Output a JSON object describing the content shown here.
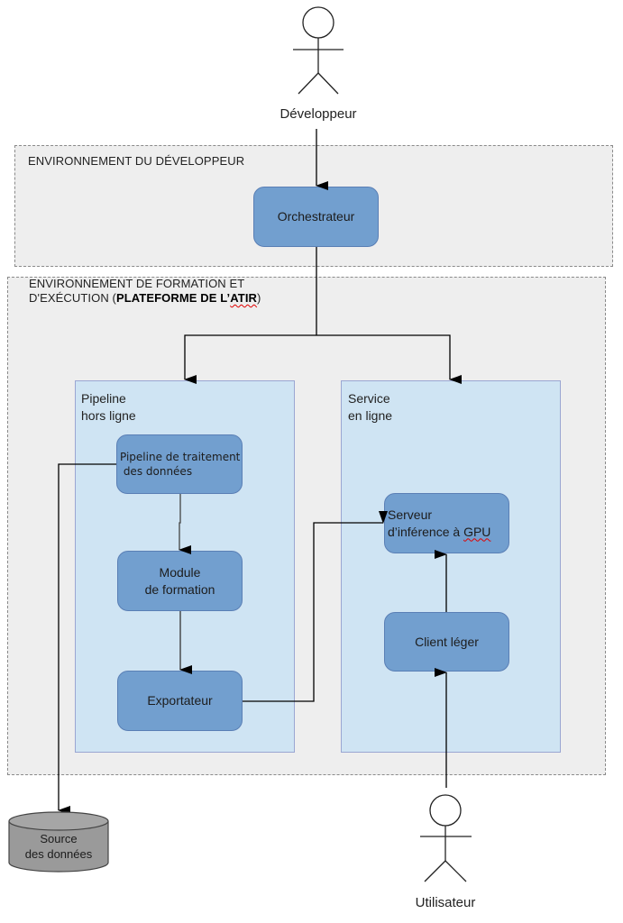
{
  "actors": {
    "developer": {
      "label": "Développeur",
      "icon": "stick-figure-icon"
    },
    "user": {
      "label": "Utilisateur",
      "icon": "stick-figure-icon"
    }
  },
  "environments": {
    "developer_env": {
      "label": "ENVIRONNEMENT DU DÉVELOPPEUR"
    },
    "platform_env": {
      "label_line1": "ENVIRONNEMENT DE FORMATION ET",
      "label_line2_prefix": "D'EXÉCUTION (",
      "label_line2_bold": "PLATEFORME DE L’",
      "label_line2_bold_flagged": "ATIR",
      "label_line2_suffix": ")"
    }
  },
  "panels": {
    "offline": {
      "line1": "Pipeline",
      "line2": "hors ligne"
    },
    "online": {
      "line1": "Service",
      "line2": "en ligne"
    }
  },
  "nodes": {
    "orchestrator": {
      "label": "Orchestrateur"
    },
    "data_pipeline": {
      "line1": "Pipeline de traitement",
      "line2": " des données"
    },
    "training_module": {
      "line1": "Module",
      "line2": "de formation"
    },
    "exporter": {
      "label": "Exportateur"
    },
    "inference_server": {
      "line1": "Serveur",
      "line2_prefix": "d’inférence à ",
      "line2_flagged": "GPU"
    },
    "thin_client": {
      "label": "Client léger"
    },
    "data_source": {
      "line1": "Source",
      "line2": "des données"
    }
  },
  "colors": {
    "node_fill": "#729fcf",
    "panel_fill": "#cfe4f3",
    "env_fill": "#eeeeee",
    "db_fill": "#9a9a9a",
    "spellcheck": "#e00000"
  },
  "connections": [
    {
      "from": "Développeur",
      "to": "Orchestrateur"
    },
    {
      "from": "Orchestrateur",
      "to": "Pipeline hors ligne"
    },
    {
      "from": "Orchestrateur",
      "to": "Service en ligne"
    },
    {
      "from": "Pipeline de traitement des données",
      "to": "Module de formation"
    },
    {
      "from": "Module de formation",
      "to": "Exportateur"
    },
    {
      "from": "Exportateur",
      "to": "Serveur d’inférence à GPU"
    },
    {
      "from": "Client léger",
      "to": "Serveur d’inférence à GPU"
    },
    {
      "from": "Utilisateur",
      "to": "Client léger"
    },
    {
      "from": "Pipeline de traitement des données",
      "to": "Source des données"
    }
  ]
}
